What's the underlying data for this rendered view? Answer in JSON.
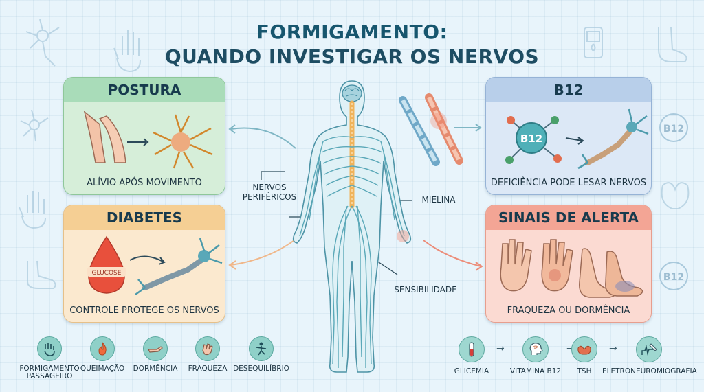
{
  "title": {
    "line1": "FORMIGAMENTO:",
    "line2": "QUANDO INVESTIGAR OS NERVOS"
  },
  "cards": {
    "postura": {
      "heading": "POSTURA",
      "caption": "ALÍVIO APÓS MOVIMENTO"
    },
    "diabetes": {
      "heading": "DIABETES",
      "caption": "CONTROLE PROTEGE OS NERVOS",
      "glucose_label": "GLUCOSE"
    },
    "b12": {
      "heading": "B12",
      "caption": "DEFICIÊNCIA PODE LESAR NERVOS",
      "vitamin_label": "B12"
    },
    "alerta": {
      "heading": "SINAIS DE ALERTA",
      "caption": "FRAQUEZA OU DORMÊNCIA"
    }
  },
  "body_labels": {
    "peripheral_line1": "NERVOS",
    "peripheral_line2": "PERIFÉRICOS",
    "myelin": "MIELINA",
    "sensitivity": "SENSIBILIDADE"
  },
  "side_badges": {
    "right_top": "B12",
    "right_bottom": "B12"
  },
  "symptoms": [
    {
      "label_line1": "FORMIGAMENTO",
      "label_line2": "PASSAGEIRO",
      "icon": "tingling-hand-icon"
    },
    {
      "label_line1": "QUEIMAÇÃO",
      "label_line2": "",
      "icon": "flame-icon"
    },
    {
      "label_line1": "DORMÊNCIA",
      "label_line2": "",
      "icon": "numb-hand-icon"
    },
    {
      "label_line1": "FRAQUEZA",
      "label_line2": "",
      "icon": "weak-hand-icon"
    },
    {
      "label_line1": "DESEQUILÍBRIO",
      "label_line2": "",
      "icon": "imbalance-person-icon"
    }
  ],
  "tests": [
    {
      "label": "GLICEMIA",
      "icon": "blood-tube-icon"
    },
    {
      "label": "VITAMINA B12",
      "icon": "head-profile-icon"
    },
    {
      "label": "TSH",
      "icon": "thyroid-icon"
    },
    {
      "label": "ELETRONEUROMIOGRAFIA",
      "icon": "emg-probe-icon"
    }
  ],
  "colors": {
    "title": "#17566e",
    "postura": "#a9dcb9",
    "diabetes": "#f5cf94",
    "b12": "#b8cfea",
    "alerta": "#f3a595",
    "nerve": "#5aa8b8",
    "spine": "#f0b35a"
  }
}
